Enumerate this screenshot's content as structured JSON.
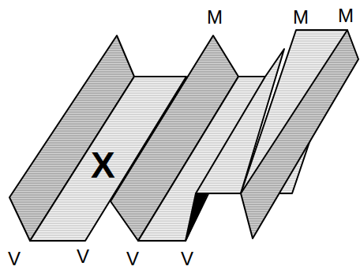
{
  "diagram": {
    "labels": [
      "M",
      "M",
      "M",
      "V",
      "V",
      "V",
      "V",
      "X"
    ]
  }
}
